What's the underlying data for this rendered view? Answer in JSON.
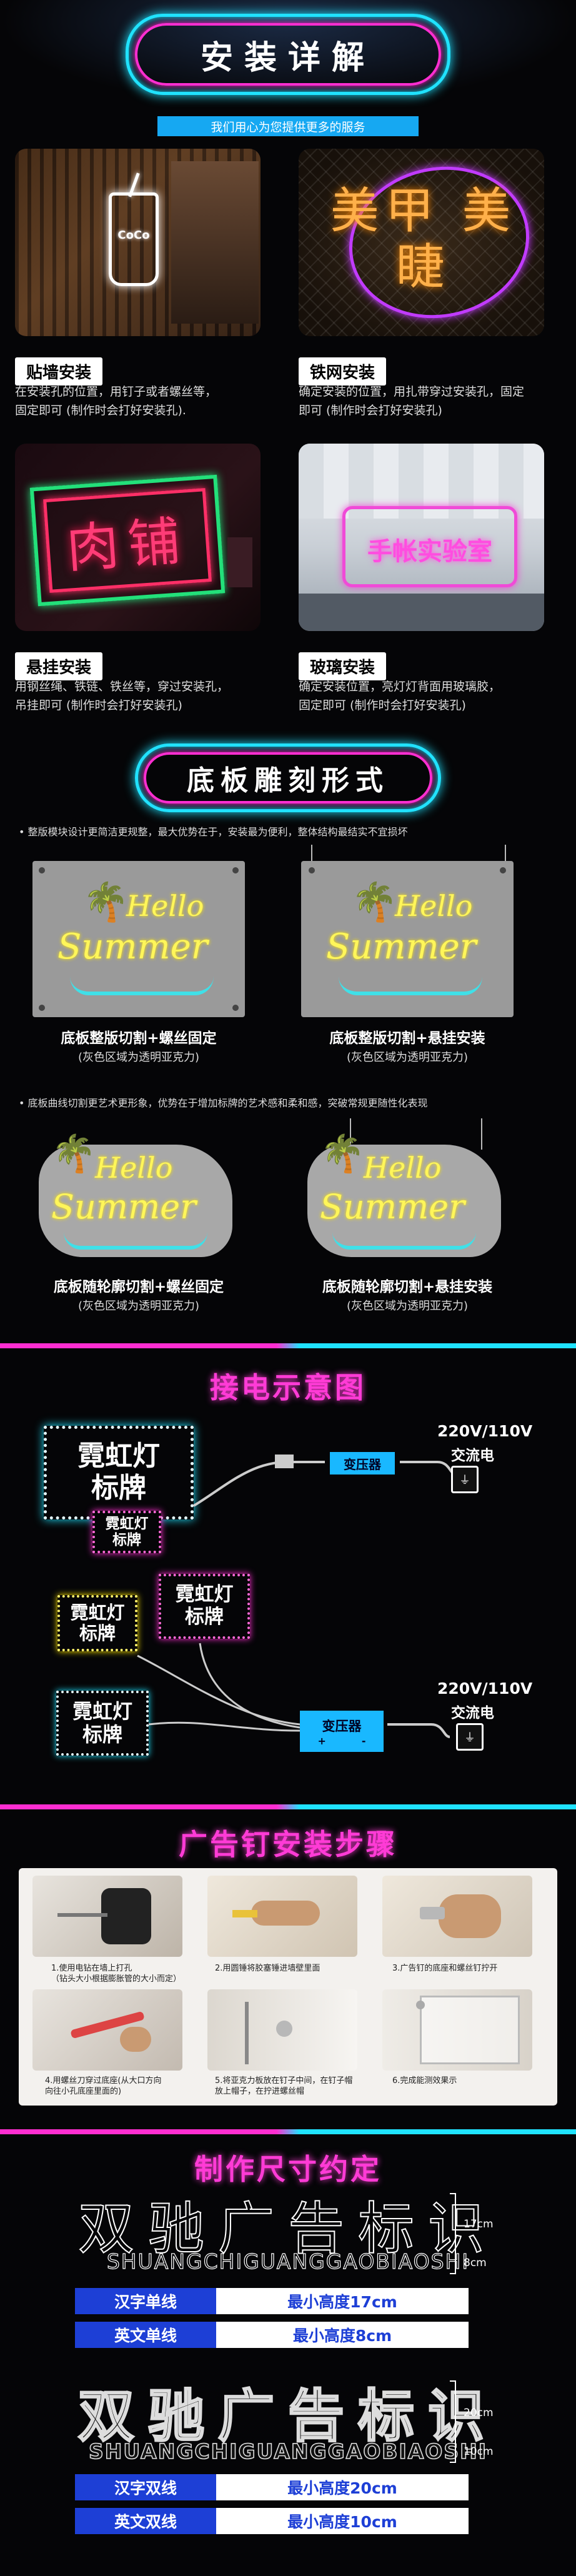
{
  "header": {
    "title": "安装详解",
    "subtitle": "我们用心为您提供更多的服务"
  },
  "install": [
    {
      "tag": "贴墙安装",
      "desc": [
        "在安装孔的位置，用钉子或者螺丝等，",
        "固定即可 (制作时会打好安装孔)."
      ],
      "sign": "CoCo"
    },
    {
      "tag": "铁网安装",
      "desc": [
        "确定安装的位置，用扎带穿过安装孔，固定",
        "即可 (制作时会打好安装孔)"
      ],
      "sign": "美甲 美睫"
    },
    {
      "tag": "悬挂安装",
      "desc": [
        "用钢丝绳、铁链、铁丝等，穿过安装孔，",
        "吊挂即可 (制作时会打好安装孔)"
      ],
      "sign": "肉铺"
    },
    {
      "tag": "玻璃安装",
      "desc": [
        "确定安装位置，亮灯灯背面用玻璃胶，",
        "固定即可 (制作时会打好安装孔)"
      ],
      "sign": "手帐实验室"
    }
  ],
  "base_section": {
    "title": "底板雕刻形式",
    "note1": "整版模块设计更简洁更规整，最大优势在于，安装最为便利，整体结构最结实不宜损坏",
    "note2": "底板曲线切割更艺术更形象，优势在于增加标牌的艺术感和柔和感，突破常规更随性化表现",
    "sign_line1": "Hello",
    "sign_line2": "Summer",
    "items": [
      {
        "title": "底板整版切割+螺丝固定",
        "sub": "(灰色区域为透明亚克力)"
      },
      {
        "title": "底板整版切割+悬挂安装",
        "sub": "(灰色区域为透明亚克力)"
      },
      {
        "title": "底板随轮廓切割+螺丝固定",
        "sub": "(灰色区域为透明亚克力)"
      },
      {
        "title": "底板随轮廓切割+悬挂安装",
        "sub": "(灰色区域为透明亚克力)"
      }
    ]
  },
  "wiring": {
    "title": "接电示意图",
    "big_sign": [
      "霓虹灯",
      "标牌"
    ],
    "small_sign": [
      "霓虹灯",
      "标牌"
    ],
    "transformer": "变压器",
    "voltage": "220V/110V",
    "ac": "交流电",
    "plus": "+",
    "minus": "-"
  },
  "steps": {
    "title": "广告钉安装步骤",
    "captions": [
      "1.使用电钻在墙上打孔\n（钻头大小根据膨胀管的大小而定）",
      "2.用圆锤将胶塞锤进墙壁里面",
      "3.广告钉的底座和螺丝钉拧开",
      "4.用螺丝刀穿过底座(从大口方向\n向往小孔底座里面的)",
      "5.将亚克力板放在钉子中间，在钉子帽放上帽子，在拧进螺丝帽",
      "6.完成能测效果示"
    ]
  },
  "sizes": {
    "title": "制作尺寸约定",
    "hanzi": "双驰广告标识",
    "pinyin": "SHUANGCHIGUANGGAOBIAOSHI",
    "single": {
      "h1": "17cm",
      "h2": "8cm"
    },
    "double": {
      "h1": "20cm",
      "h2": "10cm"
    },
    "rows": [
      {
        "l": "汉字单线",
        "r": "最小高度17cm"
      },
      {
        "l": "英文单线",
        "r": "最小高度8cm"
      },
      {
        "l": "汉字双线",
        "r": "最小高度20cm"
      },
      {
        "l": "英文双线",
        "r": "最小高度10cm"
      }
    ]
  }
}
